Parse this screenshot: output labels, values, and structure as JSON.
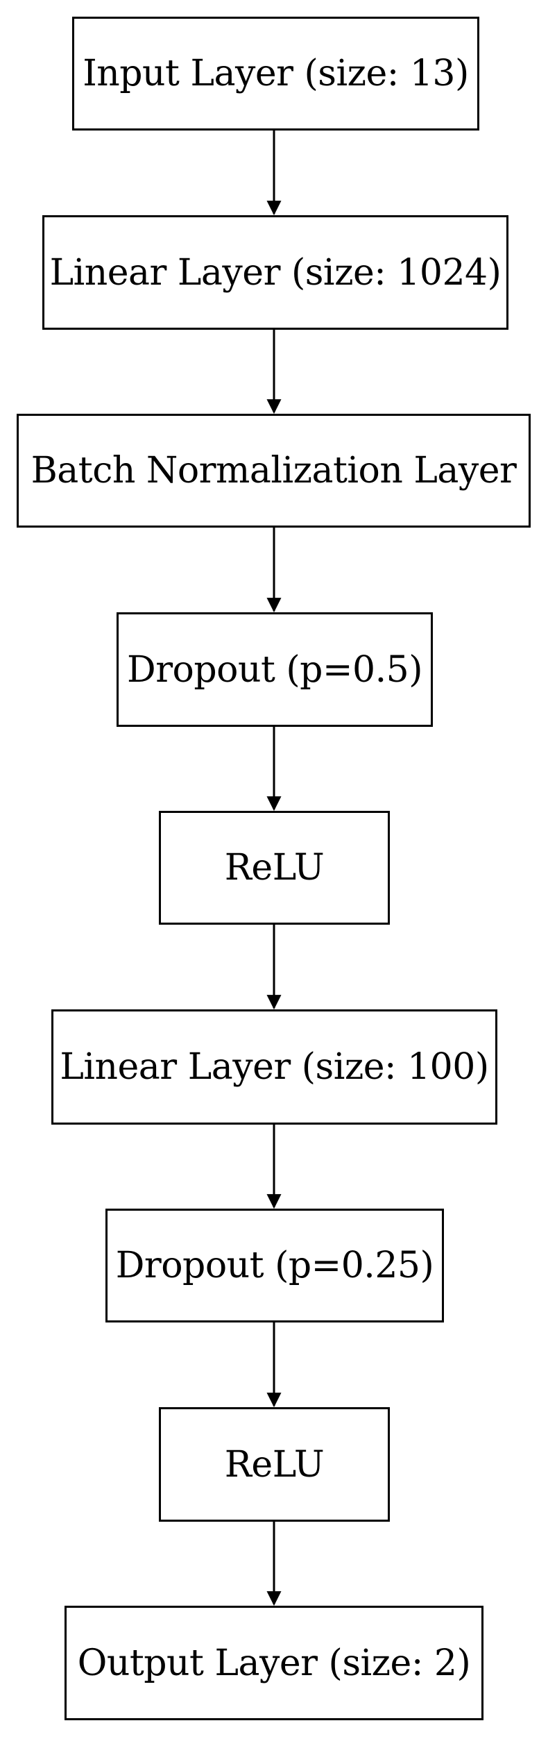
{
  "diagram": {
    "nodes": [
      {
        "id": "input",
        "label": "Input Layer (size: 13)"
      },
      {
        "id": "linear1",
        "label": "Linear Layer (size: 1024)"
      },
      {
        "id": "batchnorm",
        "label": "Batch Normalization Layer"
      },
      {
        "id": "dropout1",
        "label": "Dropout (p=0.5)"
      },
      {
        "id": "relu1",
        "label": "ReLU"
      },
      {
        "id": "linear2",
        "label": "Linear Layer (size: 100)"
      },
      {
        "id": "dropout2",
        "label": "Dropout (p=0.25)"
      },
      {
        "id": "relu2",
        "label": "ReLU"
      },
      {
        "id": "output",
        "label": "Output Layer (size: 2)"
      }
    ],
    "edges": [
      {
        "from": "input",
        "to": "linear1"
      },
      {
        "from": "linear1",
        "to": "batchnorm"
      },
      {
        "from": "batchnorm",
        "to": "dropout1"
      },
      {
        "from": "dropout1",
        "to": "relu1"
      },
      {
        "from": "relu1",
        "to": "linear2"
      },
      {
        "from": "linear2",
        "to": "dropout2"
      },
      {
        "from": "dropout2",
        "to": "relu2"
      },
      {
        "from": "relu2",
        "to": "output"
      }
    ],
    "colors": {
      "stroke": "#000000",
      "background": "#ffffff"
    }
  }
}
